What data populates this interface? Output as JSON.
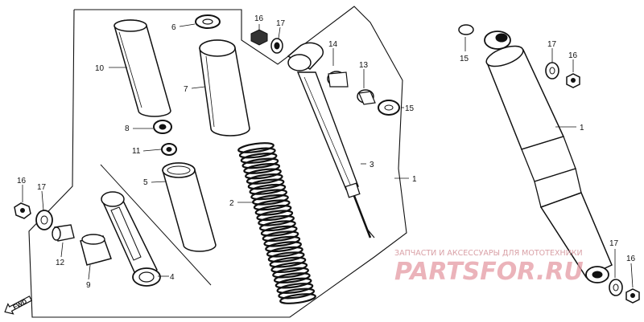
{
  "diagram": {
    "labels": {
      "p1_left": "1",
      "p1_right": "1",
      "p2": "2",
      "p3": "3",
      "p4": "4",
      "p5": "5",
      "p6": "6",
      "p7": "7",
      "p8": "8",
      "p9": "9",
      "p10": "10",
      "p11": "11",
      "p12": "12",
      "p13": "13",
      "p14": "14",
      "p15_left": "15",
      "p15_right": "15",
      "p16_top": "16",
      "p16_left": "16",
      "p16_right_top": "16",
      "p16_right_bottom": "16",
      "p17_top": "17",
      "p17_left": "17",
      "p17_right_top": "17",
      "p17_right_bottom": "17"
    },
    "fwd_label": "FWD",
    "watermark": {
      "caption": "ЗАПЧАСТИ И АКСЕССУАРЫ ДЛЯ МОТОТЕХНИКИ",
      "logo_text": "PARTSFOR.RU"
    }
  }
}
